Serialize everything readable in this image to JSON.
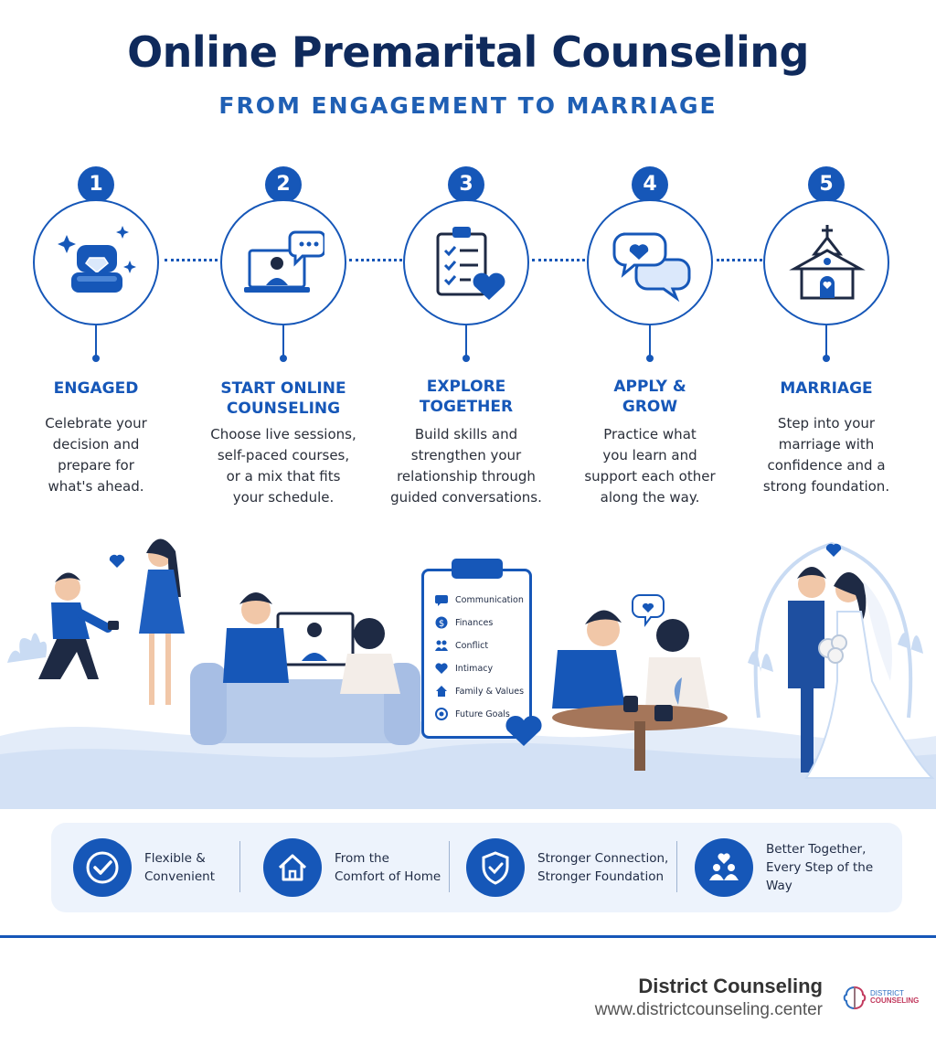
{
  "header": {
    "title": "Online Premarital Counseling",
    "subtitle": "FROM ENGAGEMENT TO MARRIAGE"
  },
  "steps": [
    {
      "number": "1",
      "label_lines": [
        "ENGAGED"
      ],
      "desc_lines": [
        "Celebrate your",
        "decision and",
        "prepare for",
        "what's ahead."
      ],
      "icon": "ring-box-icon"
    },
    {
      "number": "2",
      "label_lines": [
        "START ONLINE",
        "COUNSELING"
      ],
      "desc_lines": [
        "Choose live sessions,",
        "self-paced courses,",
        "or a mix that fits",
        "your schedule."
      ],
      "icon": "video-call-icon"
    },
    {
      "number": "3",
      "label_lines": [
        "EXPLORE",
        "TOGETHER"
      ],
      "desc_lines": [
        "Build skills and",
        "strengthen your",
        "relationship through",
        "guided conversations."
      ],
      "icon": "checklist-heart-icon"
    },
    {
      "number": "4",
      "label_lines": [
        "APPLY &",
        "GROW"
      ],
      "desc_lines": [
        "Practice what",
        "you learn and",
        "support each other",
        "along the way."
      ],
      "icon": "chat-heart-icon"
    },
    {
      "number": "5",
      "label_lines": [
        "MARRIAGE"
      ],
      "desc_lines": [
        "Step into your",
        "marriage with",
        "confidence and a",
        "strong foundation."
      ],
      "icon": "chapel-icon"
    }
  ],
  "checklist": {
    "items": [
      "Communication",
      "Finances",
      "Conflict",
      "Intimacy",
      "Family & Values",
      "Future Goals"
    ]
  },
  "benefits": [
    {
      "lines": [
        "Flexible &",
        "Convenient"
      ],
      "icon": "check-circle-icon"
    },
    {
      "lines": [
        "From the",
        "Comfort of Home"
      ],
      "icon": "house-icon"
    },
    {
      "lines": [
        "Stronger Connection,",
        "Stronger Foundation"
      ],
      "icon": "shield-check-icon"
    },
    {
      "lines": [
        "Better Together,",
        "Every Step of the Way"
      ],
      "icon": "couple-heart-icon"
    }
  ],
  "footer": {
    "brand_name": "District Counseling",
    "url": "www.districtcounseling.center",
    "logo_top": "DISTRICT",
    "logo_bottom": "COUNSELING"
  },
  "colors": {
    "primary": "#1657b8",
    "navy": "#0f2a5c",
    "soft": "#edf3fc"
  }
}
